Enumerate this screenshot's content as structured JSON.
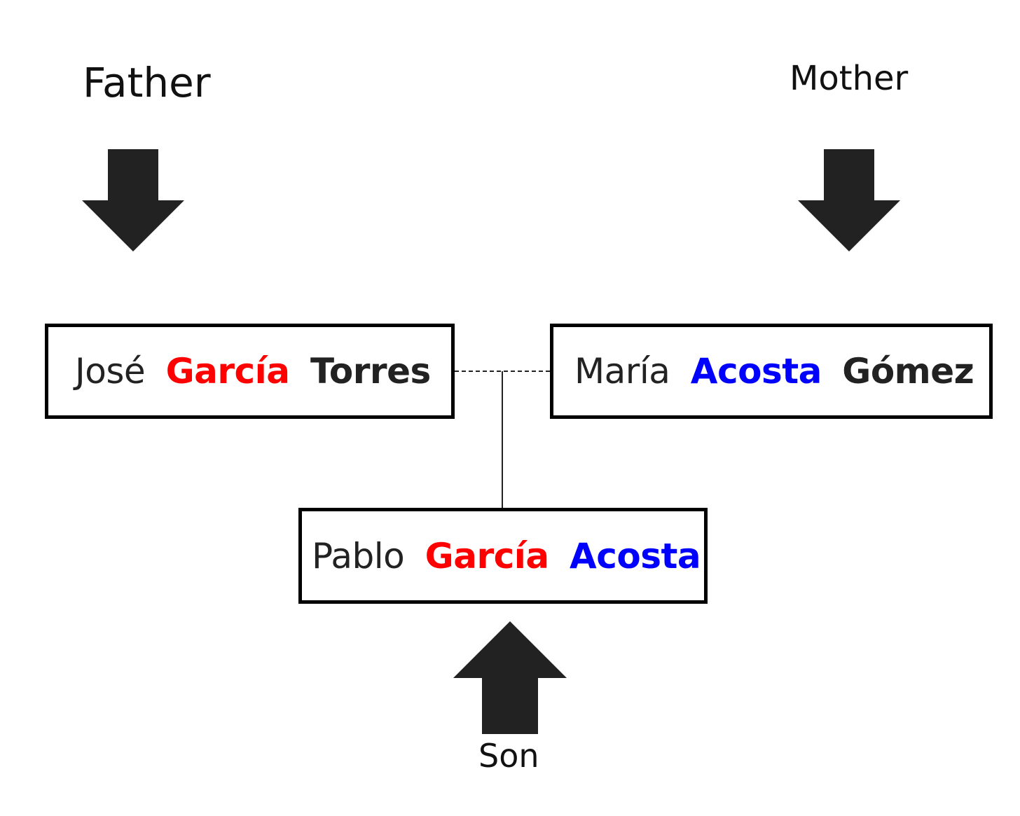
{
  "diagram": {
    "labels": {
      "father": "Father",
      "mother": "Mother",
      "son": "Son"
    },
    "nodes": {
      "father": {
        "given_name": "José",
        "first_surname": "García",
        "second_surname": "Torres"
      },
      "mother": {
        "given_name": "María",
        "first_surname": "Acosta",
        "second_surname": "Gómez"
      },
      "son": {
        "given_name": "Pablo",
        "first_surname": "García",
        "second_surname": "Acosta"
      }
    },
    "colors": {
      "paternal_surname": "#ff0000",
      "maternal_surname": "#0000ff",
      "text": "#222222",
      "arrow": "#222222",
      "box_border": "#000000"
    },
    "arrows": [
      {
        "target": "father",
        "direction": "down"
      },
      {
        "target": "mother",
        "direction": "down"
      },
      {
        "target": "son",
        "direction": "up"
      }
    ],
    "edges": [
      {
        "from": "father",
        "to": "mother",
        "style": "dashed"
      },
      {
        "from": "father-mother-union",
        "to": "son",
        "style": "solid"
      }
    ]
  }
}
